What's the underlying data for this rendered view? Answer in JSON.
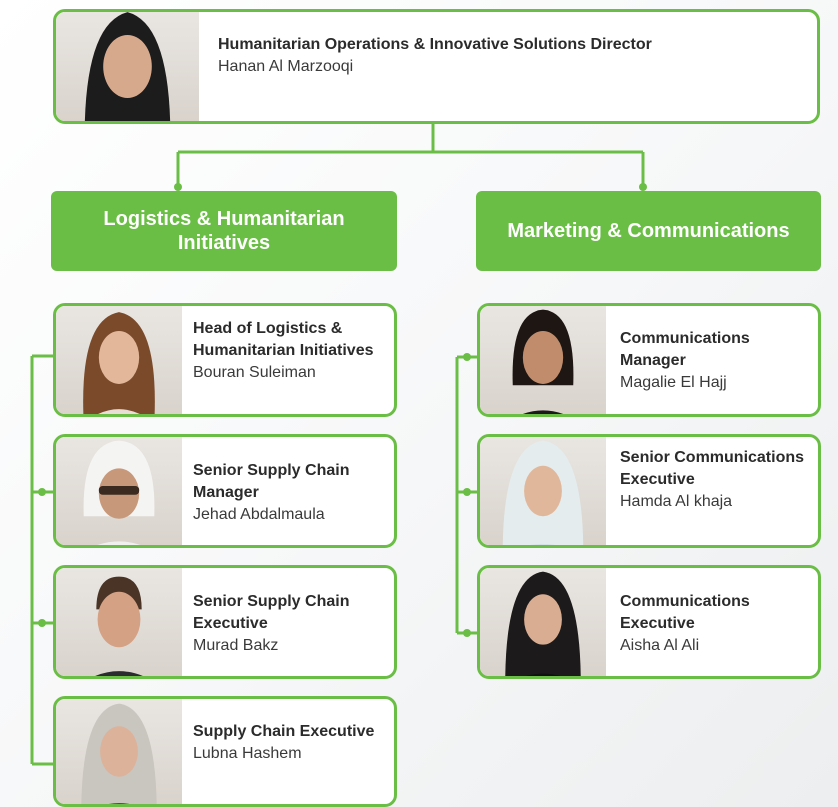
{
  "director": {
    "role": "Humanitarian Operations & Innovative Solutions Director",
    "name": "Hanan Al Marzooqi"
  },
  "departments": [
    {
      "title": "Logistics & Humanitarian Initiatives"
    },
    {
      "title": "Marketing & Communications"
    }
  ],
  "logistics": [
    {
      "role": "Head of Logistics & Humanitarian Initiatives",
      "name": "Bouran Suleiman"
    },
    {
      "role": "Senior Supply Chain Manager",
      "name": "Jehad Abdalmaula"
    },
    {
      "role": "Senior Supply Chain Executive",
      "name": "Murad Bakz"
    },
    {
      "role": "Supply Chain Executive",
      "name": "Lubna Hashem"
    }
  ],
  "communications": [
    {
      "role": "Communications Manager",
      "name": "Magalie El Hajj"
    },
    {
      "role": "Senior Communications Executive",
      "name": "Hamda Al khaja"
    },
    {
      "role": "Communications Executive",
      "name": "Aisha Al Ali"
    }
  ],
  "colors": {
    "accent": "#6bbe45"
  }
}
